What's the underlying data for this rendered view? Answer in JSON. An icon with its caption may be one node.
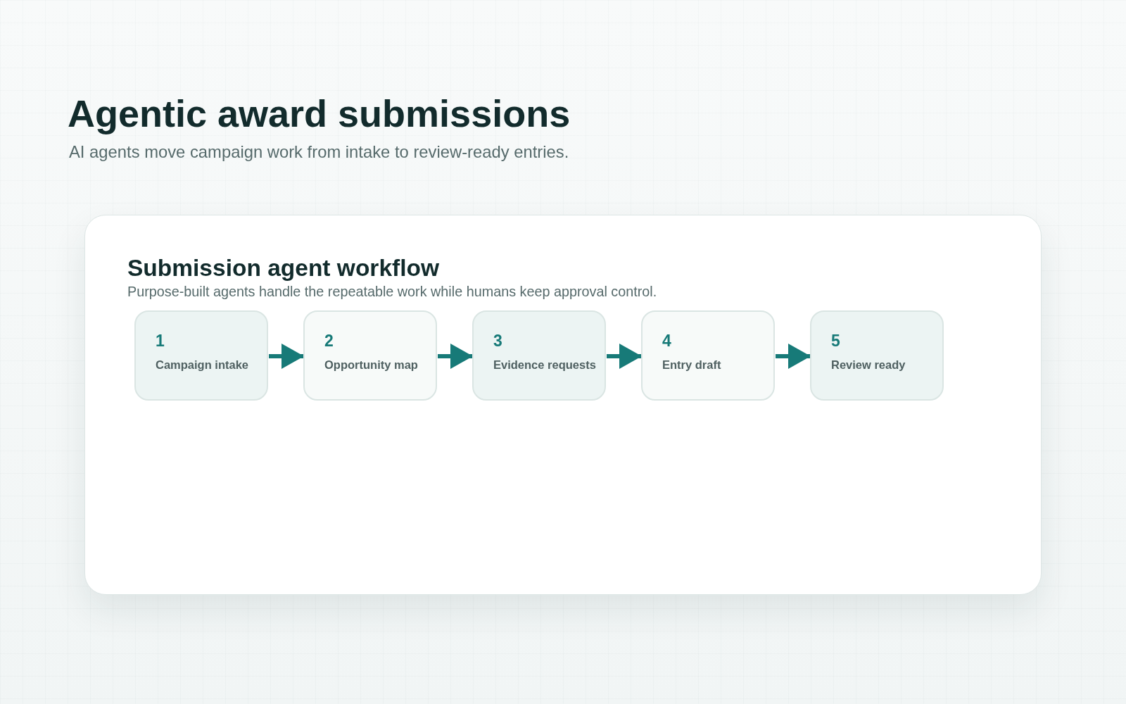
{
  "diagram": {
    "title": "Agentic award submissions",
    "nodes": [
      {
        "text": [
          "Submission agent workflow",
          "Purpose-built agents handle the repeatable work while humans keep approval control."
        ]
      },
      {
        "text": [
          "1",
          "Campaign intake"
        ],
        "in": 0
      },
      {
        "text": [
          "2",
          "Opportunity map"
        ],
        "in": 0
      },
      {
        "text": [
          "3",
          "Evidence requests"
        ],
        "in": 0
      },
      {
        "text": [
          "4",
          "Entry draft"
        ],
        "in": 0
      },
      {
        "text": [
          "5",
          "Review ready"
        ],
        "in": 0
      }
    ],
    "edges": [
      {
        "from": 1,
        "to": 2,
        "arrow": "to"
      },
      {
        "from": 2,
        "to": 3,
        "arrow": "to"
      },
      {
        "from": 3,
        "to": 4,
        "arrow": "to"
      },
      {
        "from": 4,
        "to": 5,
        "arrow": "to"
      }
    ],
    "labels": [
      "AI agents move campaign work from intake to review-ready entries."
    ]
  }
}
